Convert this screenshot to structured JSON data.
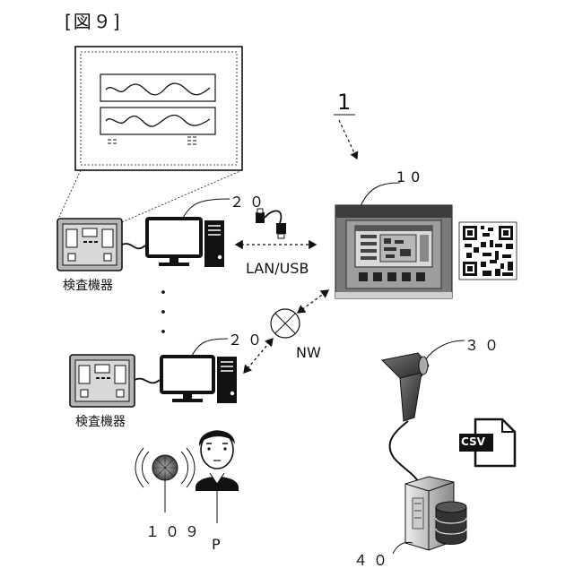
{
  "figure": {
    "title": "[図９]"
  },
  "system": {
    "ref": "1"
  },
  "device_ref": "10",
  "terminal_top": {
    "ref": "２０"
  },
  "terminal_bottom": {
    "ref": "２０"
  },
  "inspection_top": {
    "label": "検査機器"
  },
  "inspection_bottom": {
    "label": "検査機器"
  },
  "connection": {
    "label": "LAN/USB"
  },
  "network": {
    "label": "NW"
  },
  "scanner": {
    "ref": "３０"
  },
  "server": {
    "ref": "４０"
  },
  "csv_file": {
    "label": "CSV"
  },
  "tag": {
    "ref": "１０９"
  },
  "person": {
    "ref": "P"
  },
  "icons": [
    "monitor-icon",
    "pc-tower-icon",
    "usb-cable-icon",
    "network-hub-icon",
    "barcode-scanner-icon",
    "server-icon",
    "database-icon",
    "csv-file-icon",
    "qr-code-icon",
    "person-icon",
    "rfid-tag-icon"
  ],
  "colors": {
    "ink": "#111111",
    "panel_gray": "#9a9a9a",
    "screen_dark": "#2a2a2a"
  }
}
